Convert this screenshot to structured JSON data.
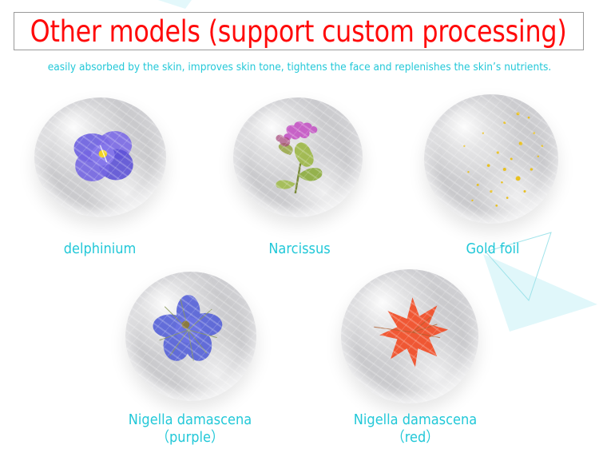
{
  "header": {
    "title": "Other models (support custom processing)",
    "subtitle": "easily absorbed by the skin, improves skin tone, tightens the face and replenishes the skin’s nutrients."
  },
  "colors": {
    "title": "#ff0a0a",
    "accent": "#22c8d8",
    "title_border": "#9a9a9a",
    "deco_triangle": "#dff7fa"
  },
  "products": [
    {
      "name": "delphinium",
      "inclusion": "purple-blue flower",
      "label_line1": "delphinium",
      "label_line2": ""
    },
    {
      "name": "narcissus",
      "inclusion": "pink flower with green leaves",
      "label_line1": "Narcissus",
      "label_line2": ""
    },
    {
      "name": "gold-foil",
      "inclusion": "gold foil flakes",
      "label_line1": "Gold foil",
      "label_line2": ""
    },
    {
      "name": "nigella-damascena-purple",
      "inclusion": "blue-purple nigella flower",
      "label_line1": "Nigella damascena",
      "label_line2": "（purple）"
    },
    {
      "name": "nigella-damascena-red",
      "inclusion": "red-orange nigella flower",
      "label_line1": "Nigella damascena",
      "label_line2": "（red）"
    }
  ]
}
